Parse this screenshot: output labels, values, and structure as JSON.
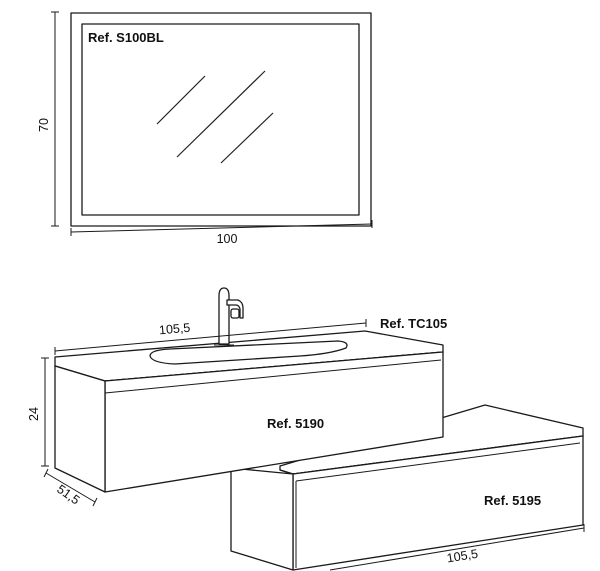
{
  "mirror": {
    "ref": "Ref. S100BL",
    "height_dim": "70",
    "width_dim": "100"
  },
  "top": {
    "ref": "Ref. TC105",
    "width_dim": "105,5"
  },
  "vanity": {
    "ref": "Ref. 5190",
    "height_dim": "24",
    "depth_dim": "51,5"
  },
  "lower_unit": {
    "ref": "Ref. 5195",
    "width_dim": "105,5"
  }
}
